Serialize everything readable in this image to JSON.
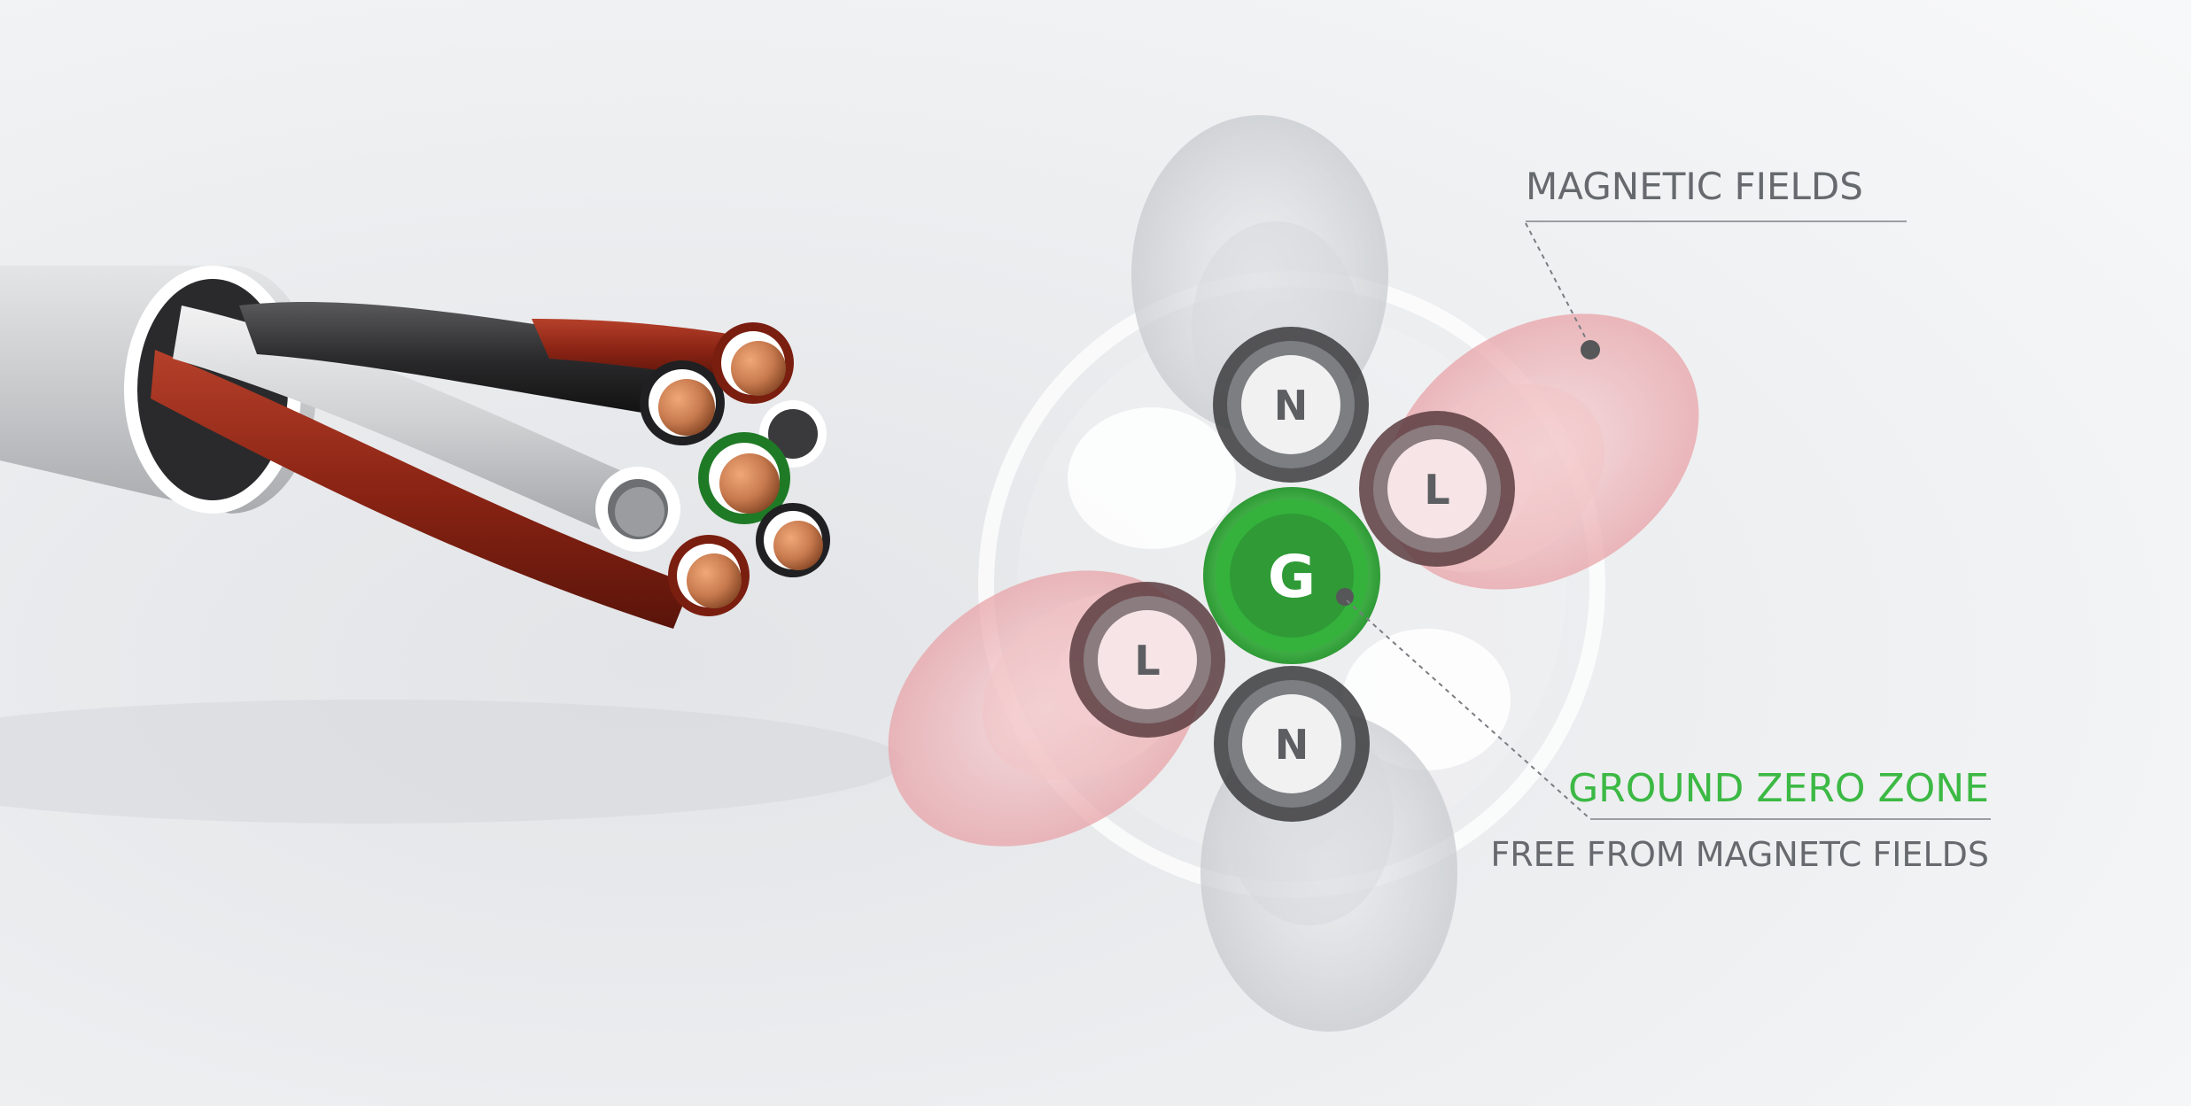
{
  "callouts": {
    "magnetic_fields": "MAGNETIC FIELDS",
    "ground_zero_zone": "GROUND ZERO ZONE",
    "free_from_fields": "FREE FROM MAGNETC FIELDS"
  },
  "conductors": {
    "top": "N",
    "right": "L",
    "center": "G",
    "left": "L",
    "bottom": "N"
  },
  "colors": {
    "ground_green": "#3cb944",
    "field_pink": "#e8a3a8",
    "field_gray": "#c8cbcf",
    "copper": "#c87a4e",
    "cable_red": "#8b2414",
    "text_gray": "#666a6e"
  }
}
